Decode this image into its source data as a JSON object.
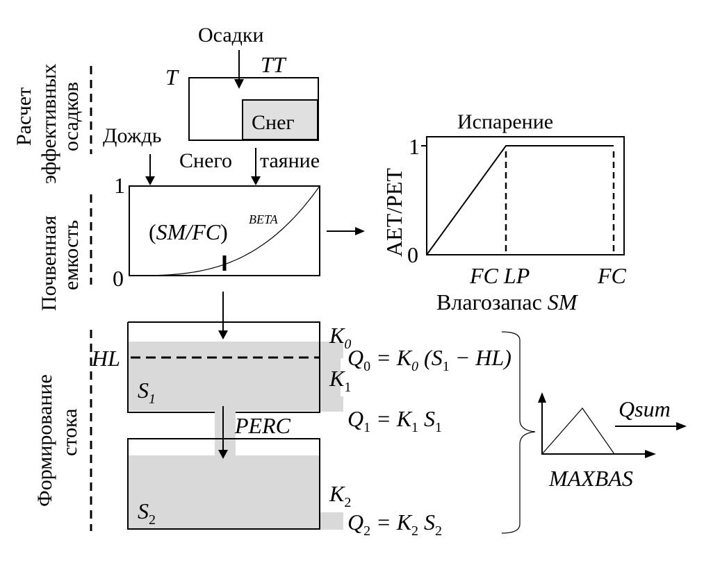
{
  "sections": {
    "effective_precip": [
      "Расчет",
      "эффективных",
      "осадков"
    ],
    "soil_capacity": [
      "Почвенная",
      "емкость"
    ],
    "runoff": [
      "Формирование",
      "стока"
    ]
  },
  "snow_routine": {
    "precip_label": "Осадки",
    "t_label": "T",
    "tt_label": "TT",
    "snow_label": "Снег",
    "rain_label": "Дождь",
    "melt_label_left": "Снего",
    "melt_label_right": "таяние"
  },
  "soil_routine": {
    "y_top": "1",
    "y_bottom": "0",
    "formula_main": "(SM/FC)",
    "formula_exp": "BETA"
  },
  "evaporation": {
    "title": "Испарение",
    "ylabel": "AET/PET",
    "y_top": "1",
    "y_bottom": "0",
    "x_tick_1": "FC LP",
    "x_tick_2": "FC",
    "xlabel_text": "Влагозапас",
    "xlabel_var": "SM"
  },
  "response_routine": {
    "k0": "K",
    "k0_sub": "0",
    "k1": "K",
    "k1_sub": "1",
    "k2": "K",
    "k2_sub": "2",
    "hl": "HL",
    "s1": "S",
    "s1_sub": "1",
    "s2": "S",
    "s2_sub": "2",
    "perc": "PERC",
    "q0_eq": [
      "Q",
      "0",
      " = K",
      "0",
      " (S",
      "1",
      " − HL)"
    ],
    "q1_eq": [
      "Q",
      "1",
      " = K",
      "1",
      " S",
      "1"
    ],
    "q2_eq": [
      "Q",
      "2",
      " = K",
      "2",
      " S",
      "2"
    ]
  },
  "routing": {
    "maxbas_label": "MAXBAS",
    "qsum_label": "Qsum"
  },
  "colors": {
    "fill_gray": "#d9d9d9",
    "line": "#000000"
  }
}
